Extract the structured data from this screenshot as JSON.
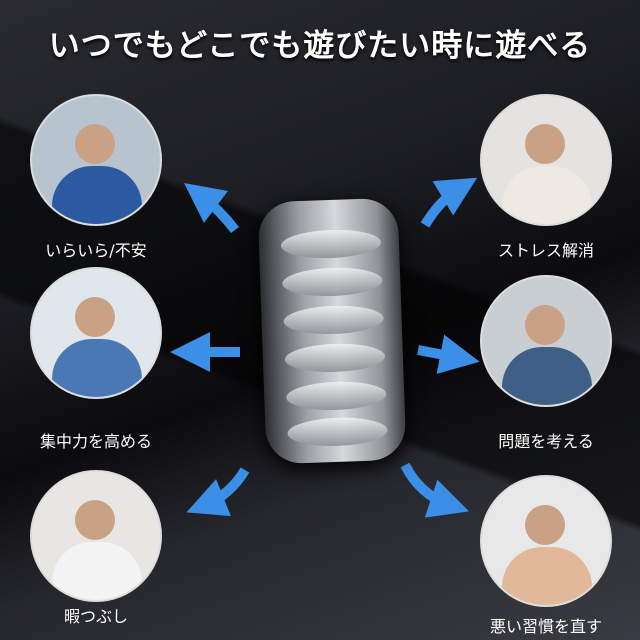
{
  "title": "いつでもどこでも遊びたい時に遊べる",
  "accent": "#3b8fe6",
  "scenes": [
    {
      "label": "いらいら/不安",
      "scene": "man-sleeping-at-station",
      "bg": "#b7c4cf",
      "fg": "#2c5aa0"
    },
    {
      "label": "集中力を高める",
      "scene": "man-on-laptop",
      "bg": "#dfe6ec",
      "fg": "#4a78b5"
    },
    {
      "label": "暇つぶし",
      "scene": "man-reading-on-sofa",
      "bg": "#e8e6e2",
      "fg": "#f4f4f4"
    },
    {
      "label": "ストレス解消",
      "scene": "woman-at-desk",
      "bg": "#e5e3df",
      "fg": "#efe9e3"
    },
    {
      "label": "問題を考える",
      "scene": "man-thinking",
      "bg": "#c9ced3",
      "fg": "#3f5f86"
    },
    {
      "label": "悪い習慣を直す",
      "scene": "woman-biting-pencil",
      "bg": "#e8e8e8",
      "fg": "#e2b89a"
    }
  ]
}
